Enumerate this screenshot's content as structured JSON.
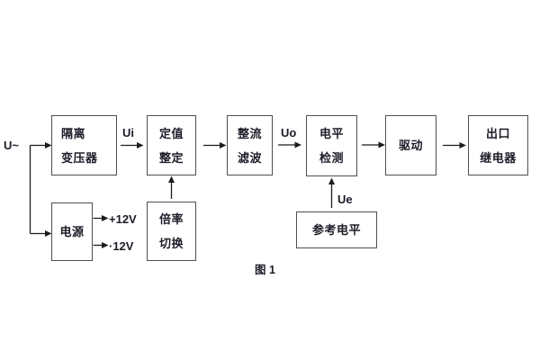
{
  "diagram": {
    "caption": "图 1",
    "labels": {
      "input_signal": "U~",
      "ui": "Ui",
      "uo": "Uo",
      "ue": "Ue",
      "rail_positive": "+12V",
      "rail_negative": "·12V"
    },
    "blocks": {
      "isolation_transformer": {
        "line1": "隔离",
        "line2": "变压器"
      },
      "setpoint_setting": {
        "line1": "定值",
        "line2": "整定"
      },
      "rectifier_filter": {
        "line1": "整流",
        "line2": "滤波"
      },
      "level_detector": {
        "line1": "电平",
        "line2": "检测"
      },
      "driver": {
        "line1": "驱动"
      },
      "output_relay": {
        "line1": "出口",
        "line2": "继电器"
      },
      "power_supply": {
        "line1": "电源"
      },
      "ratio_switch": {
        "line1": "倍率",
        "line2": "切换"
      },
      "reference_level": {
        "line1": "参考电平"
      }
    },
    "colors": {
      "background": "#ffffff",
      "box_border": "#4f4f4f",
      "text": "#1c1c28",
      "line": "#1c1c1c"
    }
  }
}
